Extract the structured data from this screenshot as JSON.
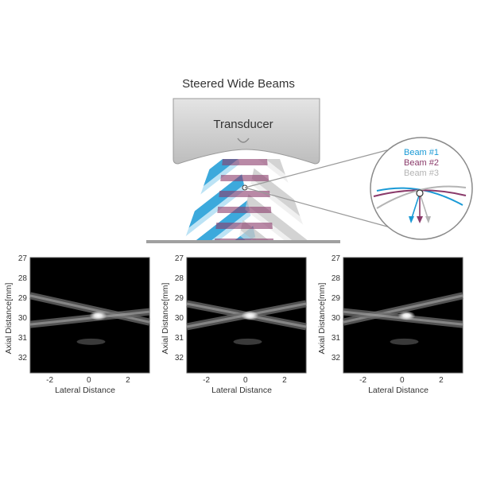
{
  "title": "Steered Wide Beams",
  "transducer_label": "Transducer",
  "beams": [
    {
      "label": "Beam #1",
      "color": "#1a9ad6"
    },
    {
      "label": "Beam #2",
      "color": "#8a3a6a"
    },
    {
      "label": "Beam #3",
      "color": "#b4b4b4"
    }
  ],
  "panels": [
    {
      "id": "beam-1",
      "ylabel": "Axial Distance[mm]",
      "xlabel": "Lateral Distance",
      "yticks": [
        "27",
        "28",
        "29",
        "30",
        "31",
        "32"
      ],
      "xticks": [
        "-2",
        "0",
        "2"
      ]
    },
    {
      "id": "beam-2",
      "ylabel": "Axial Distance[mm]",
      "xlabel": "Lateral Distance",
      "yticks": [
        "27",
        "28",
        "29",
        "30",
        "31",
        "32"
      ],
      "xticks": [
        "-2",
        "0",
        "2"
      ]
    },
    {
      "id": "beam-3",
      "ylabel": "Axial Distance[mm]",
      "xlabel": "Lateral Distance",
      "yticks": [
        "27",
        "28",
        "29",
        "30",
        "31",
        "32"
      ],
      "xticks": [
        "-2",
        "0",
        "2"
      ]
    }
  ]
}
